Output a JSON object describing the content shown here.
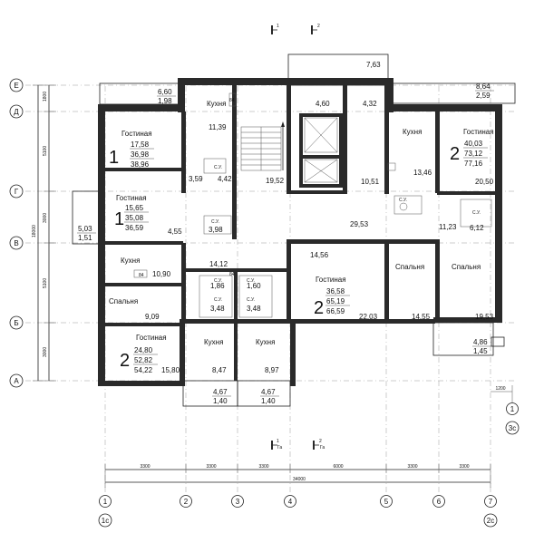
{
  "sections": {
    "top_1": "1",
    "top_2": "2",
    "bottom_1": "1",
    "bottom_2": "2",
    "bottom_sub_1": "Га",
    "bottom_sub_2": "Га"
  },
  "axes_vertical": [
    "1",
    "2",
    "3",
    "4",
    "5",
    "6",
    "7"
  ],
  "axes_vertical_right": "1",
  "axes_horizontal": [
    "Е",
    "Д",
    "Г",
    "В",
    "Б",
    "А"
  ],
  "axis_marks": {
    "bottom_left": "1с",
    "bottom_right": "2с",
    "right_side": "3с"
  },
  "dims_bottom": [
    "3300",
    "3300",
    "3300",
    "6000",
    "3300",
    "3300"
  ],
  "dim_total": "34000",
  "dims_left": [
    "1800",
    "5100",
    "3000",
    "5100",
    "3000"
  ],
  "dim_left_total": "18000",
  "dim_right": "1200",
  "rooms": {
    "kitchen_top": "Кухня",
    "living_a": "Гостиная",
    "living_b": "Гостиная",
    "kitchen_a": "Кухня",
    "bedroom_a": "Спальня",
    "living_c": "Гостиная",
    "kitchen_b1": "Кухня",
    "kitchen_b2": "Кухня",
    "living_center": "Гостиная",
    "bedroom_c1": "Спальня",
    "bedroom_c2": "Спальня",
    "kitchen_right": "Кухня",
    "living_right": "Гостиная",
    "wc1": "С.У.",
    "wc2": "С.У.",
    "wc3": "С.У.",
    "wc4": "С.У.",
    "wc5": "С.У.",
    "wc6": "С.У.",
    "wc7": "С.У.",
    "wc8": "С.У."
  },
  "apartments": {
    "a1": {
      "rooms": "1",
      "living": "17,58",
      "total": "36,98",
      "gross": "38,96"
    },
    "a2": {
      "rooms": "1",
      "living": "15,65",
      "total": "35,08",
      "gross": "36,59"
    },
    "a3": {
      "rooms": "2",
      "living": "24,80",
      "total": "52,82",
      "gross": "54,22"
    },
    "a4": {
      "rooms": "2",
      "living": "36,58",
      "total": "65,19",
      "gross": "66,59"
    },
    "a5": {
      "rooms": "2",
      "living": "40,03",
      "total": "73,12",
      "gross": "77,16"
    }
  },
  "areas": {
    "balcony_top_left": "6,60",
    "balcony_top_left_b": "1,98",
    "kitchen_top": "11,39",
    "hall_a1": "3,59",
    "wc_a1": "4,42",
    "stair_hall": "19,52",
    "balcony_top_center": "4,60",
    "balcony_top_right_a": "4,32",
    "balcony_top_right": "7,63",
    "kitchen_right": "13,46",
    "hall_right": "10,51",
    "balcony_far_right": "8,64",
    "balcony_far_right_b": "2,59",
    "hall_right2": "20,50",
    "balcony_left": "5,03",
    "balcony_left_b": "1,51",
    "hall_a2": "4,55",
    "wc_a2": "3,98",
    "corridor": "29,53",
    "wc_right": "6,12",
    "hall_right3": "11,23",
    "kitchen_a": "10,90",
    "hall_b": "14,12",
    "hall_c": "14,56",
    "wc_b1": "1,86",
    "wc_b2": "1,60",
    "wc_b3": "3,48",
    "wc_b4": "3,48",
    "bedroom_a": "9,09",
    "hall_c2": "22,03",
    "bedroom_c1": "14,55",
    "bedroom_c2": "19,53",
    "hall_a3": "15,80",
    "kitchen_b1": "8,47",
    "kitchen_b2": "8,97",
    "balcony_bottom_right": "4,86",
    "balcony_bottom_right_b": "1,45",
    "balcony_bottom_1": "4,67",
    "balcony_bottom_1b": "1,40",
    "balcony_bottom_2": "4,67",
    "balcony_bottom_2b": "1,40"
  },
  "small_marks": {
    "m1": "84",
    "m2": "84",
    "m3": "84"
  }
}
